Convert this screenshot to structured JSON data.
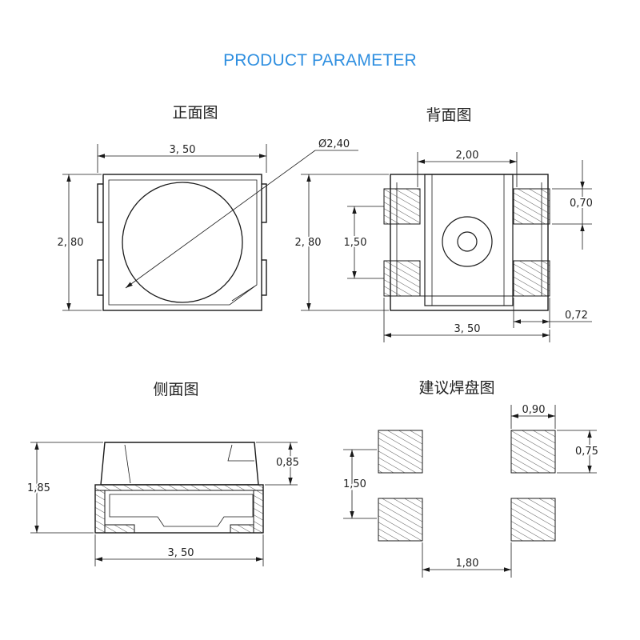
{
  "heading": "PRODUCT PARAMETER",
  "views": {
    "front": {
      "title": "正面图",
      "width_label": "3, 50",
      "height_label": "2, 80",
      "diameter_label": "Ø2,40"
    },
    "back": {
      "title": "背面图",
      "top_width_label": "2,00",
      "pad_height_label": "0,70",
      "height_label": "2, 80",
      "pad_gap_label": "1,50",
      "pad_width_label": "0,72",
      "width_label": "3, 50"
    },
    "side": {
      "title": "侧面图",
      "height_label": "1,85",
      "lens_height_label": "0,85",
      "width_label": "3, 50"
    },
    "solder": {
      "title": "建议焊盘图",
      "pad_width_label": "0,90",
      "pad_height_label": "0,75",
      "pad_pitch_label": "1,50",
      "pad_spacing_label": "1,80"
    }
  },
  "colors": {
    "heading": "#2f8fe0",
    "line": "#1a1a1a"
  }
}
